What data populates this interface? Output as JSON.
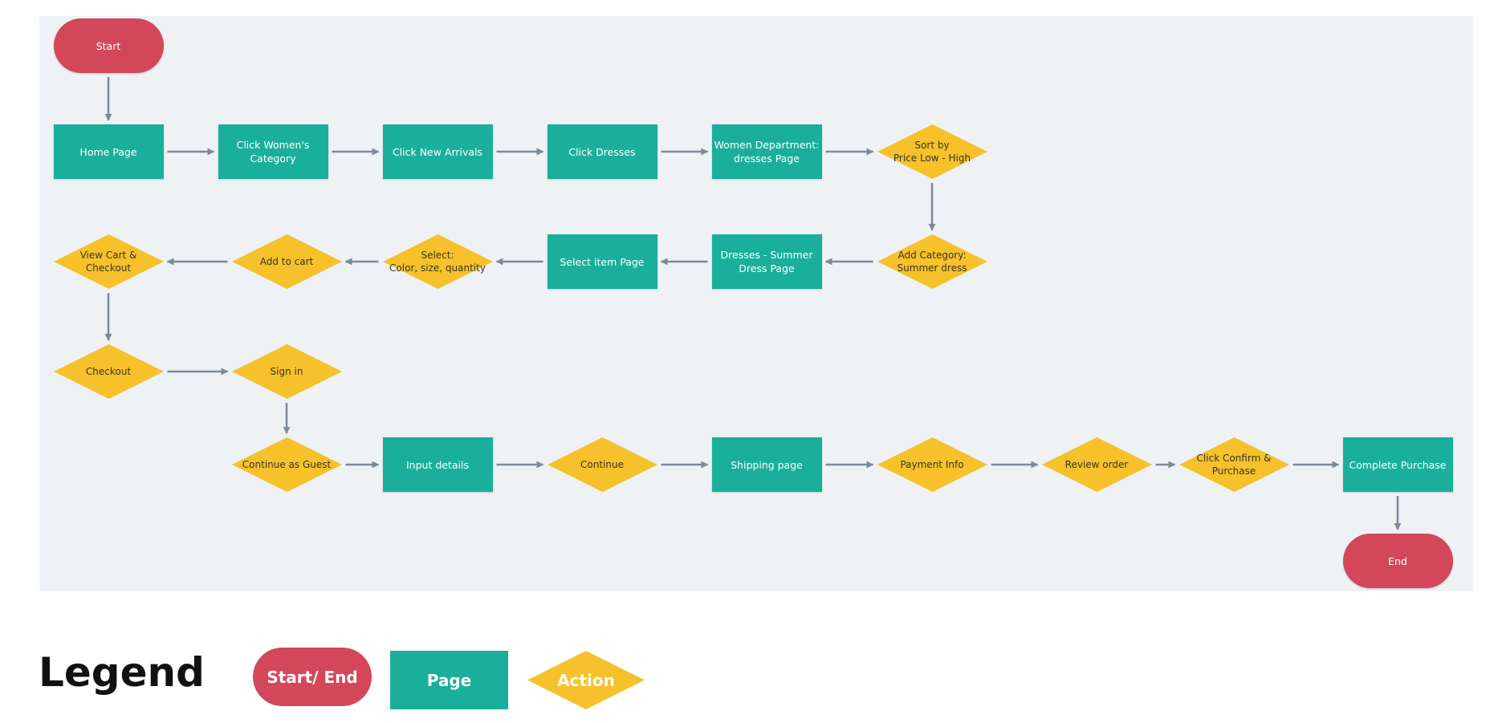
{
  "colors": {
    "terminal": "#d4475b",
    "page": "#1aaf9b",
    "action": "#f6c12a",
    "connector": "#7b8a98",
    "canvas": "#eff2f5"
  },
  "nodes": [
    {
      "id": "start",
      "type": "terminal",
      "label": "Start"
    },
    {
      "id": "home",
      "type": "page",
      "label": "Home Page"
    },
    {
      "id": "women",
      "type": "page",
      "label": "Click Women's\nCategory"
    },
    {
      "id": "arrivals",
      "type": "page",
      "label": "Click New Arrivals"
    },
    {
      "id": "dresses",
      "type": "page",
      "label": "Click Dresses"
    },
    {
      "id": "dept",
      "type": "page",
      "label": "Women Department:\ndresses Page"
    },
    {
      "id": "sort",
      "type": "action",
      "label": "Sort by\nPrice Low - High"
    },
    {
      "id": "category",
      "type": "action",
      "label": "Add Category:\nSummer dress"
    },
    {
      "id": "summer",
      "type": "page",
      "label": "Dresses - Summer\nDress Page"
    },
    {
      "id": "item",
      "type": "page",
      "label": "Select item Page"
    },
    {
      "id": "select",
      "type": "action",
      "label": "Select:\nColor, size, quantity"
    },
    {
      "id": "addcart",
      "type": "action",
      "label": "Add to cart"
    },
    {
      "id": "viewcart",
      "type": "action",
      "label": "View Cart &\nCheckout"
    },
    {
      "id": "checkout",
      "type": "action",
      "label": "Checkout"
    },
    {
      "id": "signin",
      "type": "action",
      "label": "Sign in"
    },
    {
      "id": "guest",
      "type": "action",
      "label": "Continue as Guest"
    },
    {
      "id": "input",
      "type": "page",
      "label": "Input details"
    },
    {
      "id": "continue",
      "type": "action",
      "label": "Continue"
    },
    {
      "id": "shipping",
      "type": "page",
      "label": "Shipping page"
    },
    {
      "id": "payment",
      "type": "action",
      "label": "Payment Info"
    },
    {
      "id": "review",
      "type": "action",
      "label": "Review order"
    },
    {
      "id": "confirm",
      "type": "action",
      "label": "Click Confirm &\nPurchase"
    },
    {
      "id": "complete",
      "type": "page",
      "label": "Complete Purchase"
    },
    {
      "id": "end",
      "type": "terminal",
      "label": "End"
    }
  ],
  "edges": [
    [
      "start",
      "home"
    ],
    [
      "home",
      "women"
    ],
    [
      "women",
      "arrivals"
    ],
    [
      "arrivals",
      "dresses"
    ],
    [
      "dresses",
      "dept"
    ],
    [
      "dept",
      "sort"
    ],
    [
      "sort",
      "category"
    ],
    [
      "category",
      "summer"
    ],
    [
      "summer",
      "item"
    ],
    [
      "item",
      "select"
    ],
    [
      "select",
      "addcart"
    ],
    [
      "addcart",
      "viewcart"
    ],
    [
      "viewcart",
      "checkout"
    ],
    [
      "checkout",
      "signin"
    ],
    [
      "signin",
      "guest"
    ],
    [
      "guest",
      "input"
    ],
    [
      "input",
      "continue"
    ],
    [
      "continue",
      "shipping"
    ],
    [
      "shipping",
      "payment"
    ],
    [
      "payment",
      "review"
    ],
    [
      "review",
      "confirm"
    ],
    [
      "confirm",
      "complete"
    ],
    [
      "complete",
      "end"
    ]
  ],
  "legend": {
    "title": "Legend",
    "terminal_label": "Start/ End",
    "page_label": "Page",
    "action_label": "Action"
  }
}
